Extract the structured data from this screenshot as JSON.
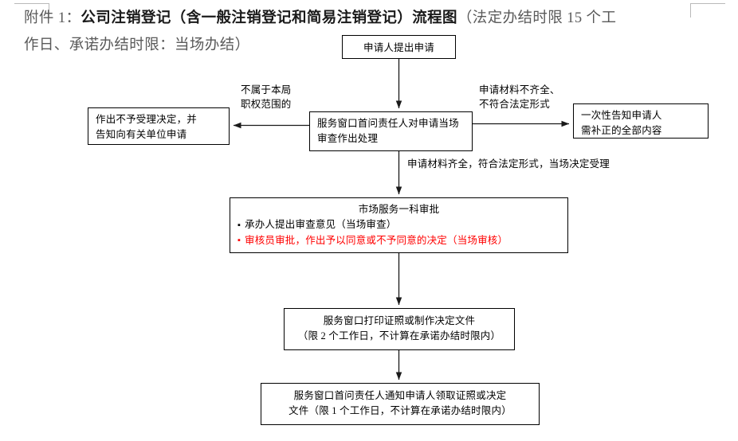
{
  "document": {
    "title_prefix": "附件 1：",
    "title_main": "公司注销登记（含一般注销登记和简易注销登记）流程图",
    "title_paren_open": "（法定办结时限 15 个工",
    "title_line2_a": "作日、承诺办结时限：",
    "title_line2_red": "当场办结",
    "title_line2_b": "）"
  },
  "colors": {
    "accent_red": "#ff0000",
    "line": "#000000",
    "title_gray": "#5a5a5a"
  },
  "nodes": {
    "apply": {
      "label": "申请人提出申请"
    },
    "window_review": {
      "line1": "服务窗口首问责任人对申请当场",
      "line2": "审查作出处理"
    },
    "reject": {
      "line1": "作出不予受理决定，并",
      "line2": "告知向有关单位申请"
    },
    "notify_correction": {
      "line1": "一次性告知申请人",
      "line2": "需补正的全部内容"
    },
    "approval": {
      "title": "市场服务一科审批",
      "bullet1": "承办人提出审查意见（当场审查）",
      "bullet2": "审核员审批，作出予以同意或不予同意的决定（当场审核）",
      "bullet_glyph": "▪"
    },
    "print_doc": {
      "line1": "服务窗口打印证照或制作决定文件",
      "line2": "（限 2 个工作日，不计算在承诺办结时限内）"
    },
    "deliver_doc": {
      "line1": "服务窗口首问责任人通知申请人领取证照或决定",
      "line2": "文件（限 1 个工作日，不计算在承诺办结时限内）"
    }
  },
  "edge_labels": {
    "out_of_scope_line1": "不属于本局",
    "out_of_scope_line2": "职权范围的",
    "incomplete_line1": "申请材料不齐全、",
    "incomplete_line2": "不符合法定形式",
    "accepted": "申请材料齐全，符合法定形式，当场决定受理"
  },
  "chart_data": {
    "type": "flowchart",
    "orientation": "top-to-bottom",
    "node_order": [
      "apply",
      "window_review",
      "reject",
      "notify_correction",
      "approval",
      "print_doc",
      "deliver_doc"
    ],
    "edges": [
      {
        "from": "apply",
        "to": "window_review",
        "label": "",
        "direction": "down"
      },
      {
        "from": "window_review",
        "to": "reject",
        "label": "不属于本局职权范围的",
        "direction": "left"
      },
      {
        "from": "window_review",
        "to": "notify_correction",
        "label": "申请材料不齐全、不符合法定形式",
        "direction": "right"
      },
      {
        "from": "window_review",
        "to": "approval",
        "label": "申请材料齐全，符合法定形式，当场决定受理",
        "direction": "down"
      },
      {
        "from": "approval",
        "to": "print_doc",
        "label": "",
        "direction": "down"
      },
      {
        "from": "print_doc",
        "to": "deliver_doc",
        "label": "",
        "direction": "down"
      }
    ]
  }
}
